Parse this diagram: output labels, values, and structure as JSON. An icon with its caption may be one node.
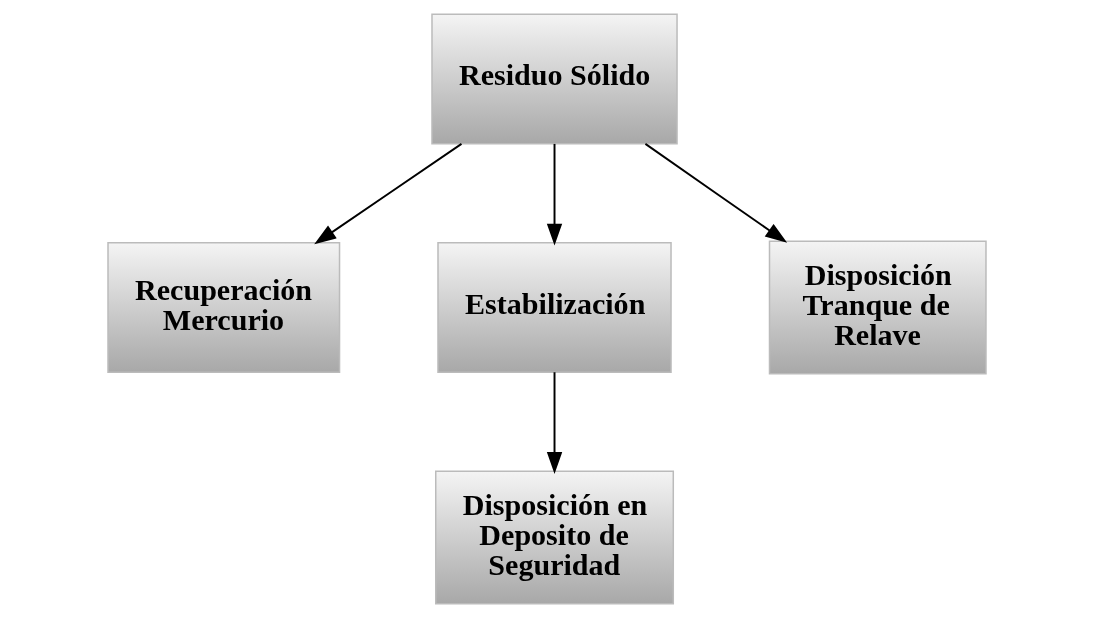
{
  "diagram": {
    "nodes": [
      {
        "text": [
          "Residuo Sólido"
        ]
      },
      {
        "text": [
          "Recuperación Mercurio"
        ]
      },
      {
        "text": [
          "Estabilización"
        ]
      },
      {
        "text": [
          "Disposición Tranque de Relave"
        ]
      },
      {
        "text": [
          "Disposición en Deposito de Seguridad"
        ]
      }
    ],
    "edges": [
      {
        "from": 0,
        "to": 1,
        "arrow": "to"
      },
      {
        "from": 0,
        "to": 2,
        "arrow": "to"
      },
      {
        "from": 0,
        "to": 3,
        "arrow": "to"
      },
      {
        "from": 2,
        "to": 4,
        "arrow": "to"
      }
    ]
  }
}
